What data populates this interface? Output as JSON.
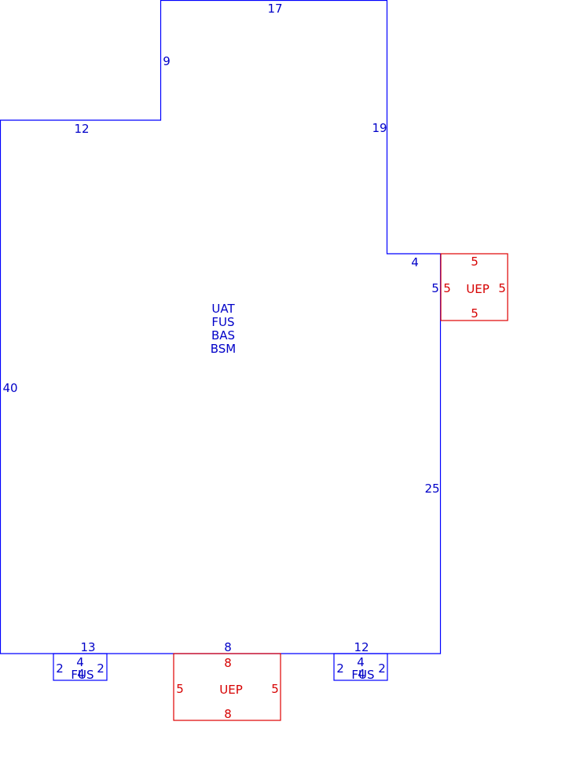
{
  "colors": {
    "main": "#0000ff",
    "addition": "#e00000",
    "label_main": "#0000c8",
    "label_addition": "#d60000"
  },
  "main_structure": {
    "area_codes": [
      "UAT",
      "FUS",
      "BAS",
      "BSM"
    ],
    "dims": {
      "top": "17",
      "upper_left_side": "9",
      "left_ledge": "12",
      "upper_right_side": "19",
      "right_step": "4",
      "right_short": "5",
      "right_side": "25",
      "left_side": "40",
      "bottom_left": "13",
      "bottom_mid": "8",
      "bottom_right": "12"
    }
  },
  "porch_right": {
    "code": "UEP",
    "top": "5",
    "bottom": "5",
    "left": "5",
    "right": "5"
  },
  "porch_bottom": {
    "code": "UEP",
    "top": "8",
    "bottom": "8",
    "left": "5",
    "right": "5"
  },
  "stoop_left": {
    "code": "FUS",
    "top": "4",
    "bottom": "4",
    "left": "2",
    "right": "2"
  },
  "stoop_right": {
    "code": "FUS",
    "top": "4",
    "bottom": "4",
    "left": "2",
    "right": "2"
  }
}
